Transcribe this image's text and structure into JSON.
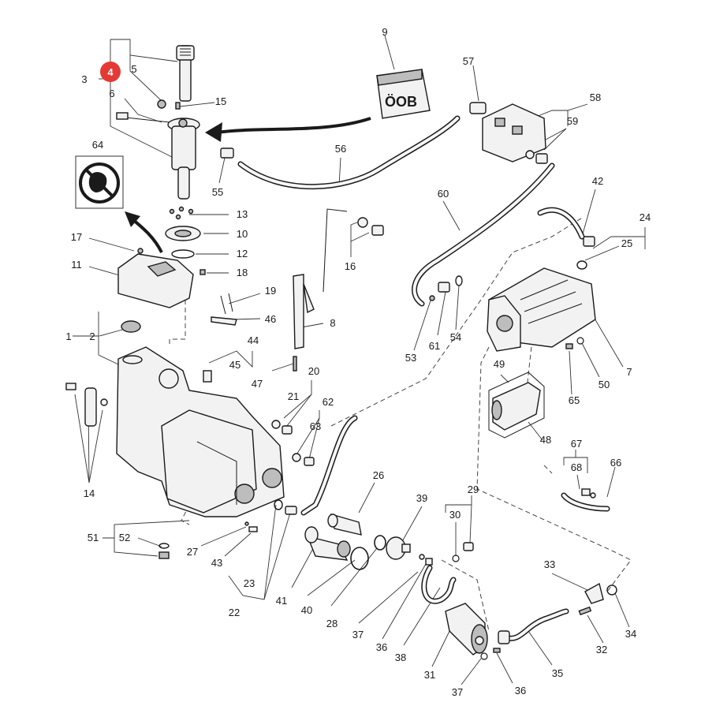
{
  "diagram": {
    "highlighted_callout": "4",
    "colors": {
      "highlight": "#e53935",
      "line": "#1a1a1a",
      "part_fill": "#f2f2f2"
    },
    "icons": [
      "no-step-warning-icon",
      "oil-can-bag-icon",
      "flow-arrow-icon"
    ],
    "callouts": [
      "1",
      "2",
      "3",
      "4",
      "5",
      "6",
      "7",
      "8",
      "9",
      "10",
      "11",
      "12",
      "13",
      "14",
      "15",
      "16",
      "17",
      "18",
      "19",
      "20",
      "21",
      "22",
      "23",
      "24",
      "25",
      "26",
      "27",
      "28",
      "29",
      "30",
      "31",
      "32",
      "33",
      "34",
      "35",
      "36",
      "36",
      "37",
      "37",
      "38",
      "39",
      "40",
      "41",
      "42",
      "43",
      "44",
      "45",
      "46",
      "47",
      "48",
      "49",
      "50",
      "51",
      "52",
      "53",
      "54",
      "55",
      "56",
      "57",
      "58",
      "59",
      "60",
      "61",
      "62",
      "63",
      "64",
      "65",
      "66",
      "67",
      "68"
    ]
  }
}
